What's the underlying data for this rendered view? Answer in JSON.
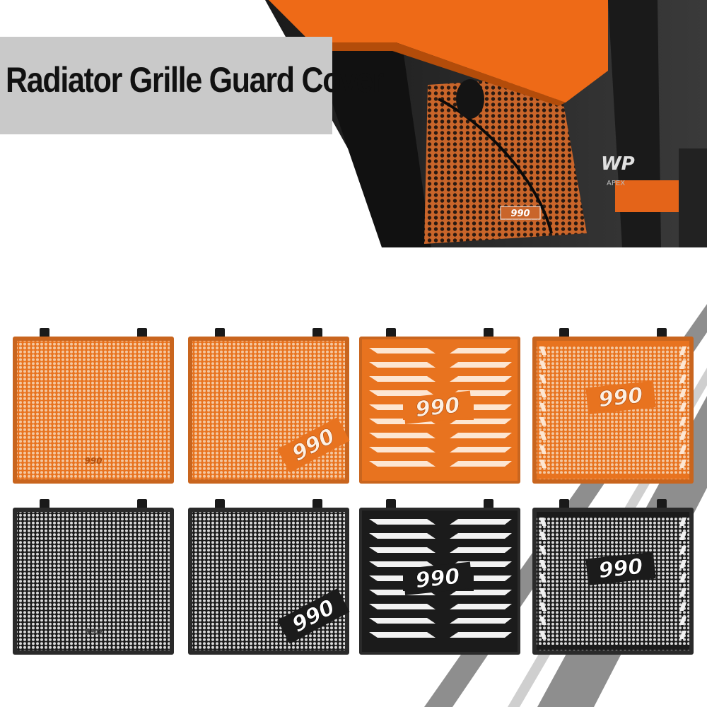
{
  "banner": {
    "title": "Radiator Grille Guard Cover"
  },
  "hero_photo": {
    "badge_text": "990",
    "fork_text": "WP",
    "fork_subtext": "APEX"
  },
  "products": [
    {
      "color": "orange",
      "style": "mesh",
      "label": "990"
    },
    {
      "color": "orange",
      "style": "mesh-diagonal-logo",
      "label": "990"
    },
    {
      "color": "orange",
      "style": "slats-v",
      "label": "990"
    },
    {
      "color": "orange",
      "style": "mesh-slat-frame",
      "label": "990"
    },
    {
      "color": "black",
      "style": "mesh",
      "label": "990"
    },
    {
      "color": "black",
      "style": "mesh-diagonal-logo",
      "label": "990"
    },
    {
      "color": "black",
      "style": "slats-v",
      "label": "990"
    },
    {
      "color": "black",
      "style": "mesh-slat-frame",
      "label": "990"
    }
  ],
  "colors": {
    "orange": "#e8731f",
    "orange_dark": "#b44f0c",
    "black": "#1b1b1b",
    "mesh_light": "#d9d9d9",
    "stripe_gray": "#9a9a9a"
  }
}
